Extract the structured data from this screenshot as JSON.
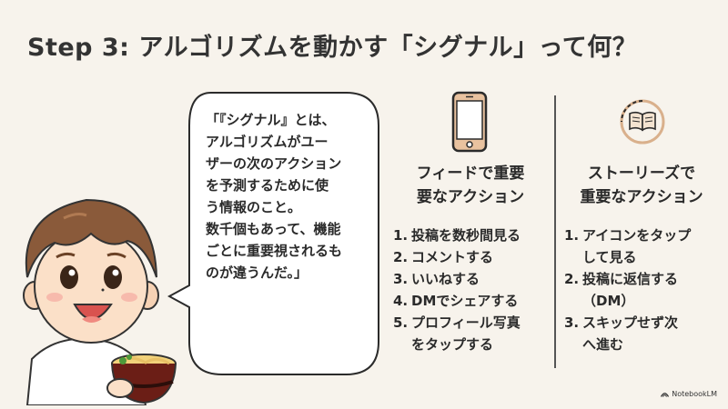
{
  "slide": {
    "title": "Step 3: アルゴリズムを動かす「シグナル」って何？",
    "background_color": "#f7f3ec"
  },
  "character": {
    "description": "smiling boy with brown hair holding a bowl of udon",
    "icon": "character-illustration"
  },
  "speech_bubble": {
    "text": "「『シグナル』とは、\nアルゴリズムがユー\nザーの次のアクション\nを予測するために使\nう情報のこと。\n数千個もあって、機能\nごとに重要視されるも\nのが違うんだ。」"
  },
  "feed_column": {
    "icon": "smartphone-icon",
    "heading": "フィードで重要\n要なアクション",
    "items": [
      {
        "num": "1.",
        "text": "投稿を数秒間見る"
      },
      {
        "num": "2.",
        "text": "コメントする"
      },
      {
        "num": "3.",
        "text": "いいねする"
      },
      {
        "num": "4.",
        "text": "DMでシェアする"
      },
      {
        "num": "5.",
        "text": "プロフィール写真\nをタップする"
      }
    ]
  },
  "stories_column": {
    "icon": "book-icon",
    "heading": "ストーリーズで\n重要なアクション",
    "items": [
      {
        "num": "1.",
        "text": "アイコンをタップ\nして見る"
      },
      {
        "num": "2.",
        "text": "投稿に返信する\n（DM）"
      },
      {
        "num": "3.",
        "text": "スキップせず次\nへ進む"
      }
    ]
  },
  "footer": {
    "brand": "NotebookLM"
  },
  "colors": {
    "text": "#2a2a2a",
    "accent": "#d9b08c",
    "divider": "#555555"
  }
}
